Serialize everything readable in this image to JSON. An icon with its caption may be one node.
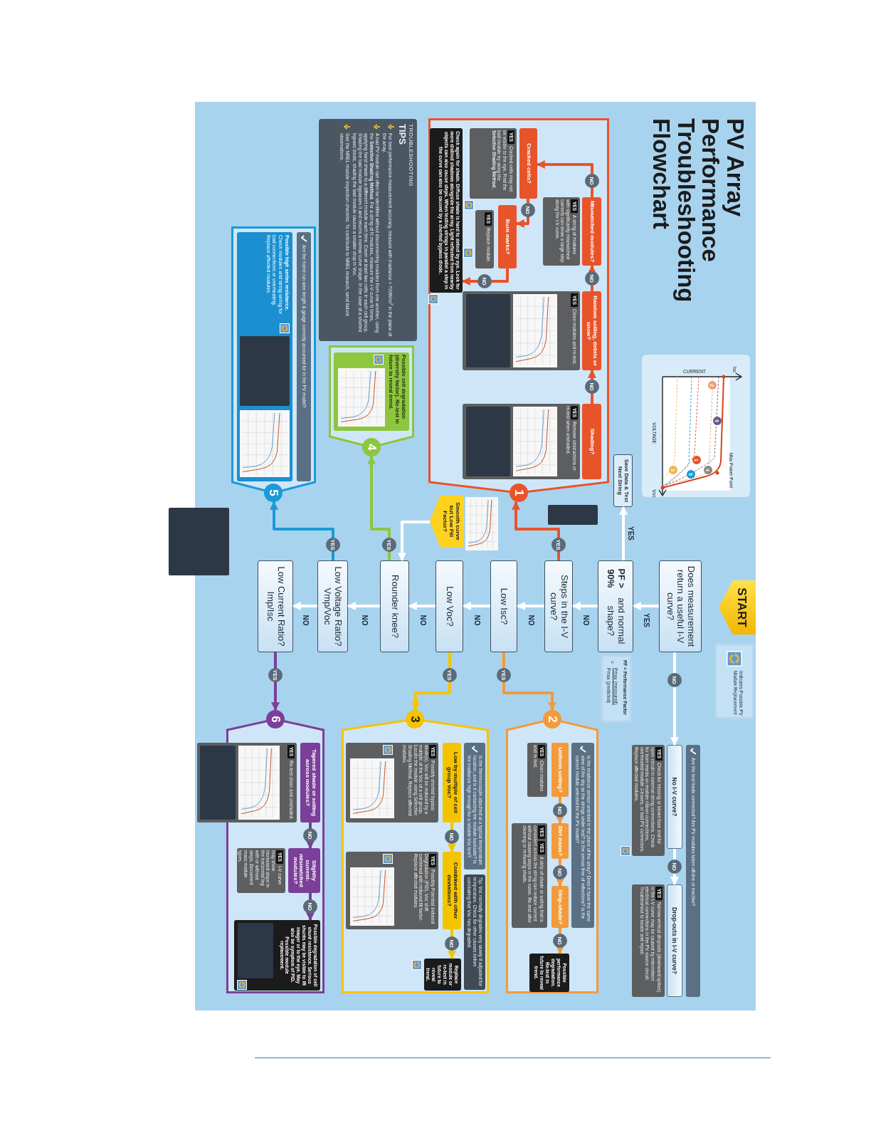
{
  "diagram": {
    "title": "PV Array Performance Troubleshooting Flowchart",
    "nodes": [
      {
        "text": [
          "START"
        ]
      },
      {
        "text": [
          "Does measurement return a useful I-V curve?"
        ]
      },
      {
        "text": [
          "**PF > 90%** and normal shape?"
        ]
      },
      {
        "text": [
          "Save Data & Test Next String"
        ]
      },
      {
        "text": [
          "Steps in the I-V curve?"
        ]
      },
      {
        "text": [
          "Low Isc?"
        ]
      },
      {
        "text": [
          "Low Voc?"
        ]
      },
      {
        "text": [
          "Smooth curve but Low Fill Factor?"
        ]
      },
      {
        "text": [
          "Rounder knee?"
        ]
      },
      {
        "text": [
          "Low Voltage Ratio? Vmp/Voc"
        ]
      },
      {
        "text": [
          "Low Current Ratio? Imp/Isc"
        ]
      },
      {
        "text": [
          "Are the test leads connected? Are PV modules taken off-line or inactive?"
        ]
      },
      {
        "text": [
          "No I-V curve?"
        ]
      },
      {
        "text": [
          "YES",
          "Check for missing or blown fuse and for open circuit in external string connections. Check for burn marks on module ribbon connections, overheated module J-boxes, or bad PV connectors. Replace affected modules."
        ]
      },
      {
        "text": [
          "Drop-outs in I-V curve?"
        ]
      },
      {
        "text": [
          "YES",
          "Narrow vertical dropouts (downward spikes) in the I-V curve may be caused by intermittent electrical connections in the PV source circuit. Troubleshoot to locate and repair."
        ]
      },
      {
        "text": [
          "1"
        ]
      },
      {
        "text": [
          "Shading?"
        ],
        "in": 16
      },
      {
        "text": [
          "YES",
          "Remove obstructions or re-test when unshaded."
        ],
        "in": 16
      },
      {
        "text": [
          "Random soiling, debris or snow?"
        ],
        "in": 16
      },
      {
        "text": [
          "YES",
          "Clean modules and re-test."
        ],
        "in": 16
      },
      {
        "text": [
          "Mismatched modules?"
        ],
        "in": 16
      },
      {
        "text": [
          "YES",
          "A string of modules with significantly mismatched currents can show a large step along the I-V curve."
        ],
        "in": 16
      },
      {
        "text": [
          "Cracked cells?"
        ],
        "in": 16
      },
      {
        "text": [
          "YES",
          "Cracked cells may not be visible to the eye. Find the bad module by using the **Selective Shading Method**."
        ],
        "in": 16
      },
      {
        "text": [
          "Burn marks?"
        ],
        "in": 16
      },
      {
        "text": [
          "YES",
          "Replace module."
        ],
        "in": 16
      },
      {
        "text": [
          "Check again for shade. Diffuse shade is hard to detect by eye. Look for more distinct shadows alongside the array. Light reflected from nearby objects can also cause steps. When testing strings in parallel a step in the curve can also be caused by a shorted bypass diode."
        ],
        "in": 16
      },
      {
        "text": [
          "2"
        ]
      },
      {
        "text": [
          "Is the irradiance sensor oriented in the plane of the array? Does it have the same view of the sky as the strings under test? Is the sensor free of reflections? Is the correct module selected for the PV model?"
        ],
        "in": 28
      },
      {
        "text": [
          "Uniform soiling?"
        ],
        "in": 28
      },
      {
        "text": [
          "YES",
          "Clean modules and re-test."
        ],
        "in": 28
      },
      {
        "text": [
          "Dirt dams?"
        ],
        "in": 28
      },
      {
        "text": [
          "Strip-shade?"
        ],
        "in": 28
      },
      {
        "text": [
          "YES",
          "YES",
          "A strip of shade or soiling that is consistent across the string can reduce current without causing steps in the curve. Re-test after cleaning or removing shade."
        ],
        "in": 28
      },
      {
        "text": [
          "Possible performance degradation. Re-test in future to reveal trend."
        ],
        "in": 28
      },
      {
        "text": [
          "3"
        ]
      },
      {
        "text": [
          "Is the thermocouple attached at a typical temperature location, and is it contacting the module backside? Is the irradiance high enough for a reliable Voc test?"
        ],
        "in": 36
      },
      {
        "text": [
          "Tip: Voc normally degrades very slowly if adjusted for temperature. Check for other causes before concluding that Voc has degraded."
        ],
        "in": 36
      },
      {
        "text": [
          "Low by multiple of cell group Voc?"
        ],
        "in": 36
      },
      {
        "text": [
          "YES",
          "Possibly shorted bypass diode(s). Voc will be reduced by a multiple of the Voc of a cell group. Locate the module using Selective Shading Method. Replace affected modules."
        ],
        "in": 36
      },
      {
        "text": [
          "Combined with other deviations?"
        ],
        "in": 36
      },
      {
        "text": [
          "YES",
          "Possibly Potential Induced Degradation (PID). Voc shift combined with reduced fill factor. Replace affected modules."
        ],
        "in": 36
      },
      {
        "text": [
          "Replace module or re-test in future to reveal trend."
        ],
        "in": 36
      },
      {
        "text": [
          "4"
        ]
      },
      {
        "text": [
          "Possible cell degradation (diversity factor). Re-test in future to reveal trend."
        ],
        "in": 44
      },
      {
        "text": [
          "5"
        ]
      },
      {
        "text": [
          "Are the home run wire length & gauge correctly accounted for in the PV model?"
        ],
        "in": 46
      },
      {
        "text": [
          "**Possible high series resistance.** Check modules and string wiring for bad connections or overheating. Replace affected modules."
        ],
        "in": 46
      },
      {
        "text": [
          "6"
        ]
      },
      {
        "text": [
          "Tapered shade or soiling across modules?"
        ],
        "in": 49
      },
      {
        "text": [
          "YES",
          "Re-test clean and unshaded."
        ]
      },
      {
        "text": [
          "Slightly current-mismatched modules?"
        ],
        "in": 49
      },
      {
        "text": [
          "YES",
          "I-V curve may show increased slope in the horizontal leg with or without steps. Document mass module types."
        ],
        "in": 49
      },
      {
        "text": [
          "Possible degradation of cell shunt resistance. Serious shunts may be visible to IR imager or to the eye. May also be symptom of PID. Possible module replacement."
        ],
        "in": 49
      },
      {
        "text": [
          "TROUBLESHOOTING",
          "TIPS",
          "For best performance measurement accuracy, measure with irradiance > 700W/m$^{2}$ in the plane of the array.",
          "A bad PV module can often be identified without disconnecting modules from one another, using the **Selective Shading Method**. For a string of N modules, measure the I-V curve N times, applying hand shade to a different module each time. Cover at least two cells in each cell group. Shading the bad module bypasses it and returns a normal curve shape. In the case of a shorted bypass diode, shading the bad module causes a smaller drop in Voc.",
          "See the NREL module inspection checklist. To contribute to NREL research, send failure observations."
        ]
      },
      {
        "text": [
          "PF = Performance Factor",
          "=",
          "Pmax (measured)",
          "Pmax (predicted)"
        ]
      }
    ],
    "edges": [
      {
        "from": 1,
        "to": 2,
        "arrow": "to",
        "label": "YES"
      },
      {
        "from": 1,
        "to": 12,
        "arrow": "to",
        "label": "NO"
      },
      {
        "from": 12,
        "to": 14,
        "arrow": "to",
        "label": "NO"
      },
      {
        "from": 2,
        "to": 3,
        "arrow": "to",
        "label": "YES"
      },
      {
        "from": 2,
        "to": 4,
        "arrow": "to",
        "label": "NO"
      },
      {
        "from": 4,
        "to": 16,
        "arrow": "to",
        "label": "YES",
        "color": "#e8542a"
      },
      {
        "from": 4,
        "to": 5,
        "arrow": "to",
        "label": "NO"
      },
      {
        "from": 5,
        "to": 28,
        "arrow": "to",
        "label": "YES",
        "color": "#f39a3b"
      },
      {
        "from": 5,
        "to": 6,
        "arrow": "to",
        "label": "NO"
      },
      {
        "from": 6,
        "to": 36,
        "arrow": "to",
        "label": "YES",
        "color": "#f5c400"
      },
      {
        "from": 6,
        "to": 8,
        "arrow": "to",
        "label": "NO"
      },
      {
        "from": 7,
        "to": 8,
        "arrow": "to"
      },
      {
        "from": 8,
        "to": 44,
        "arrow": "to",
        "label": "YES",
        "color": "#8dc63f"
      },
      {
        "from": 8,
        "to": 9,
        "arrow": "to",
        "label": "NO"
      },
      {
        "from": 9,
        "to": 46,
        "arrow": "to",
        "label": "YES",
        "color": "#1b9ad6"
      },
      {
        "from": 9,
        "to": 10,
        "arrow": "to",
        "label": "NO"
      },
      {
        "from": 10,
        "to": 49,
        "arrow": "to",
        "label": "YES",
        "color": "#7b3f99"
      },
      {
        "from": 17,
        "to": 19,
        "arrow": "to",
        "label": "NO",
        "color": "#e8542a"
      },
      {
        "from": 19,
        "to": 21,
        "arrow": "to",
        "label": "NO",
        "color": "#e8542a"
      },
      {
        "from": 21,
        "to": 23,
        "arrow": "to",
        "label": "NO",
        "color": "#e8542a"
      },
      {
        "from": 23,
        "to": 25,
        "arrow": "to",
        "label": "NO",
        "color": "#e8542a"
      },
      {
        "from": 25,
        "to": 27,
        "arrow": "to",
        "label": "NO",
        "color": "#e8542a"
      },
      {
        "from": 30,
        "to": 32,
        "arrow": "to",
        "label": "NO",
        "color": "#f39a3b"
      },
      {
        "from": 32,
        "to": 33,
        "arrow": "to",
        "label": "NO",
        "color": "#f39a3b"
      },
      {
        "from": 33,
        "to": 35,
        "arrow": "to",
        "label": "NO",
        "color": "#f39a3b"
      },
      {
        "from": 39,
        "to": 41,
        "arrow": "to",
        "label": "NO",
        "color": "#f5c400"
      },
      {
        "from": 41,
        "to": 43,
        "arrow": "to",
        "label": "NO",
        "color": "#f5c400"
      },
      {
        "from": 50,
        "to": 52,
        "arrow": "to",
        "label": "NO",
        "color": "#7b3f99"
      },
      {
        "from": 52,
        "to": 54,
        "arrow": "to",
        "label": "NO",
        "color": "#7b3f99"
      }
    ],
    "labels": [
      "Isc",
      "CURRENT",
      "2",
      "6",
      "VOLTAGE",
      "Max Power Point",
      "1",
      "4",
      "5",
      "3",
      "Voc"
    ],
    "legend": [
      {
        "text": "Indicates Possible PV Module Replacement"
      }
    ]
  }
}
